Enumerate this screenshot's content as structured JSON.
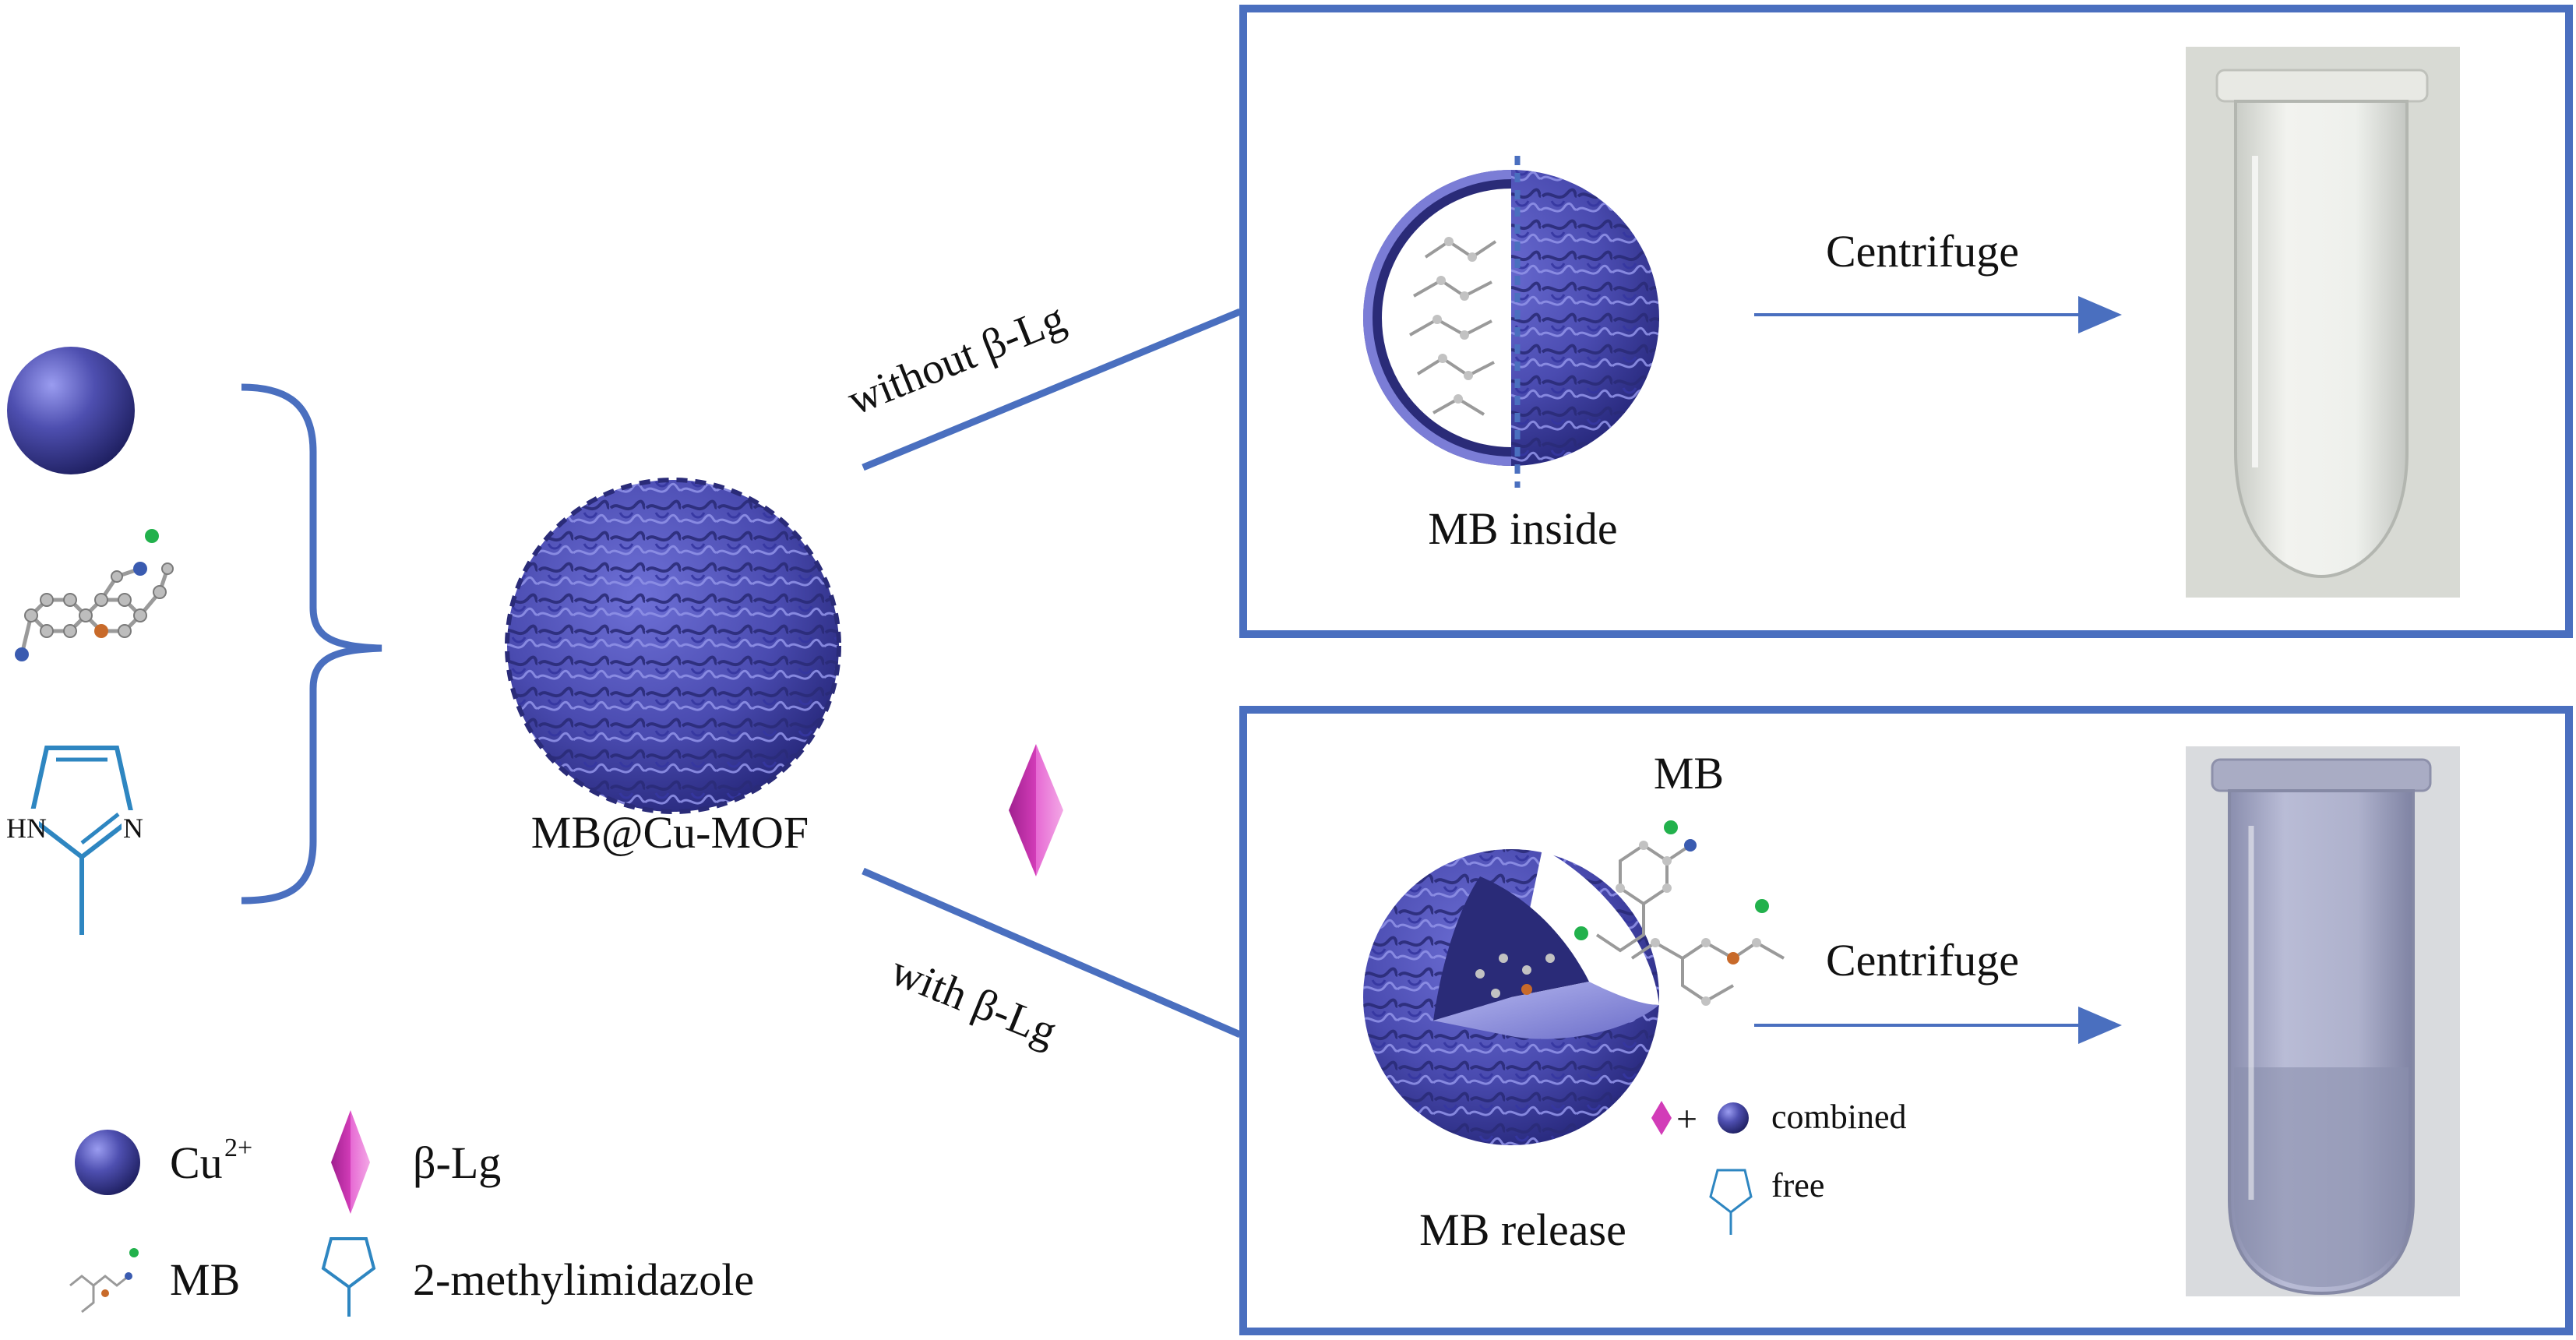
{
  "labels": {
    "mof": "MB@Cu-MOF",
    "without": "without β-Lg",
    "with": "with β-Lg",
    "centrifuge_top": "Centrifuge",
    "centrifuge_bottom": "Centrifuge",
    "mb_inside": "MB inside",
    "mb_top": "MB",
    "mb_release": "MB release",
    "combined": "combined",
    "free": "free",
    "imidazole_hn": "HN",
    "imidazole_n": "N"
  },
  "legend": {
    "cu": "Cu",
    "cu_charge": "2+",
    "blg": "β-Lg",
    "mb": "MB",
    "imidazole": "2-methylimidazole"
  },
  "colors": {
    "frame": "#4a6fbf",
    "arrow": "#4a6fbf",
    "sphere_dark": "#2b2d80",
    "sphere_mid": "#4e4fb0",
    "sphere_light": "#8c8fe0",
    "protein": "#d23cb8",
    "imidazole": "#2e86c1",
    "tube_clear": "#e6e8e3",
    "tube_blue": "#a7aac6"
  }
}
